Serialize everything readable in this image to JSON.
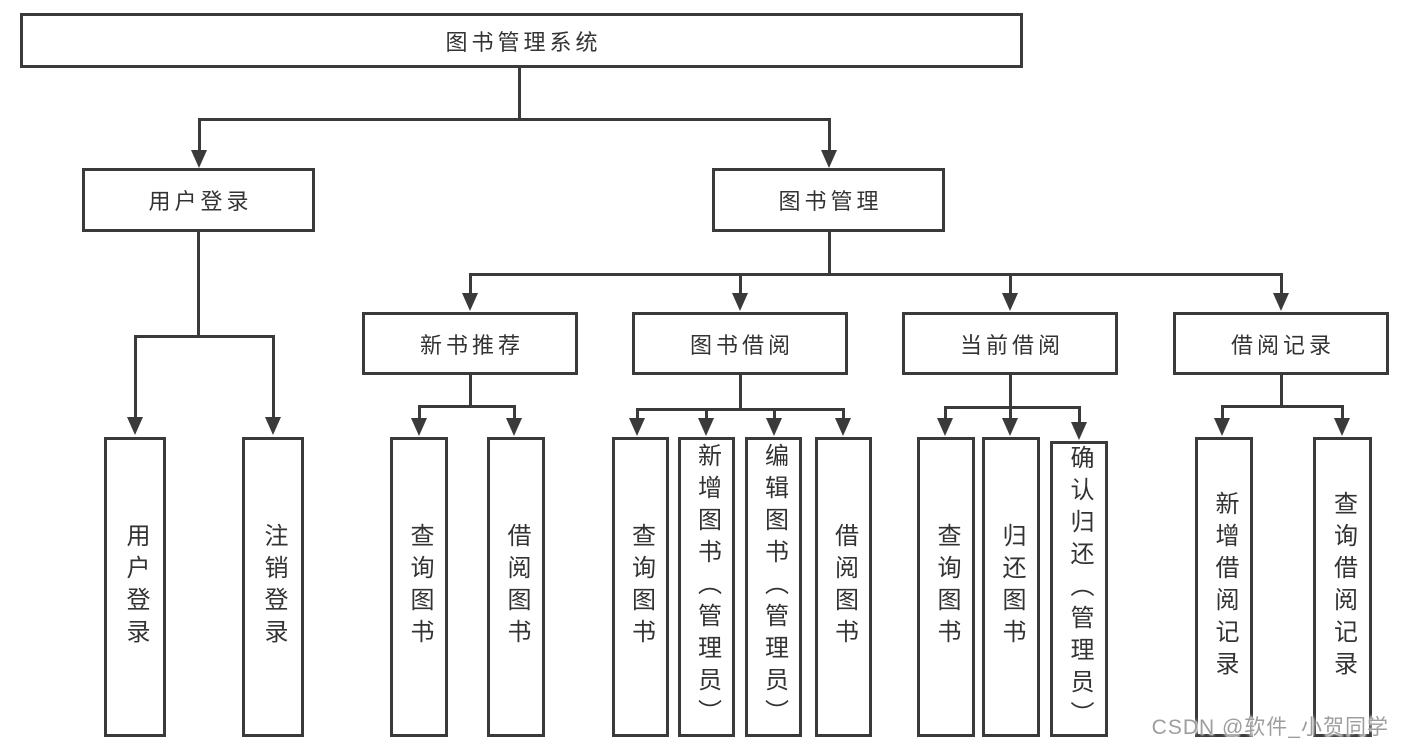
{
  "diagram": {
    "title": "图书管理系统",
    "tree": {
      "root": {
        "label": "图书管理系统"
      },
      "branches": [
        {
          "label": "用户登录",
          "children": [
            {
              "label": "用户登录"
            },
            {
              "label": "注销登录"
            }
          ]
        },
        {
          "label": "图书管理",
          "children": [
            {
              "label": "新书推荐",
              "children": [
                {
                  "label": "查询图书"
                },
                {
                  "label": "借阅图书"
                }
              ]
            },
            {
              "label": "图书借阅",
              "children": [
                {
                  "label": "查询图书"
                },
                {
                  "label": "新增图书（管理员）"
                },
                {
                  "label": "编辑图书（管理员）"
                },
                {
                  "label": "借阅图书"
                }
              ]
            },
            {
              "label": "当前借阅",
              "children": [
                {
                  "label": "查询图书"
                },
                {
                  "label": "归还图书"
                },
                {
                  "label": "确认归还（管理员）"
                }
              ]
            },
            {
              "label": "借阅记录",
              "children": [
                {
                  "label": "新增借阅记录"
                },
                {
                  "label": "查询借阅记录"
                }
              ]
            }
          ]
        }
      ]
    }
  },
  "watermark": {
    "text": "CSDN @软件_小贺同学"
  },
  "colors": {
    "line": "#3a3a3a",
    "text": "#333333",
    "box_background": "#ffffff",
    "page_background": "#ffffff",
    "watermark_text": "#9e9e9e"
  }
}
